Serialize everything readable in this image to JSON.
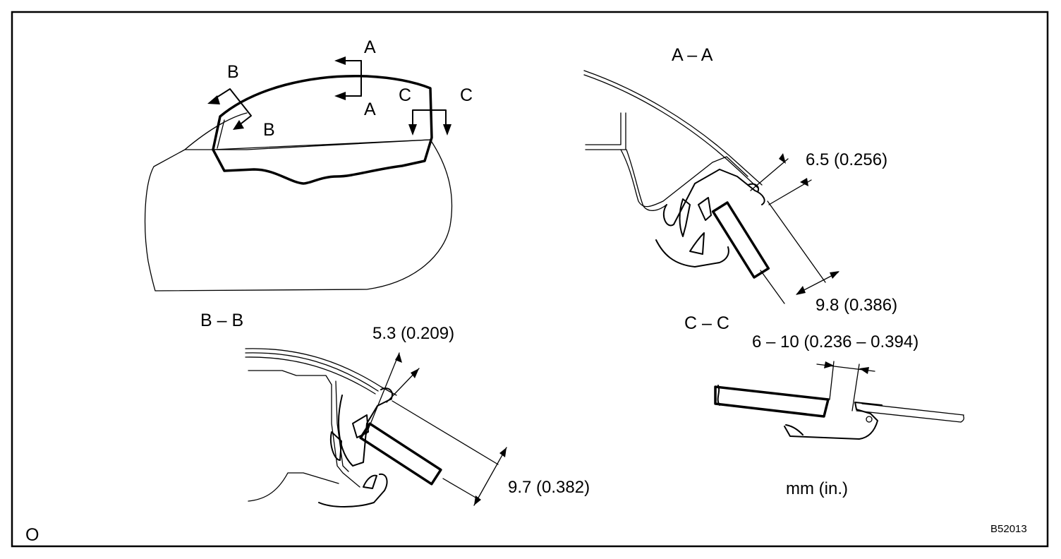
{
  "labels": {
    "section_a_top": "A",
    "section_a_bottom": "A",
    "section_b_top": "B",
    "section_b_bottom": "B",
    "section_c_left": "C",
    "section_c_right": "C",
    "title_aa": "A – A",
    "title_bb": "B – B",
    "title_cc": "C – C"
  },
  "dimensions": {
    "aa_gap": "6.5 (0.256)",
    "aa_depth": "9.8 (0.386)",
    "bb_gap": "5.3 (0.209)",
    "bb_depth": "9.7 (0.382)",
    "cc_range": "6 – 10 (0.236 – 0.394)"
  },
  "units": "mm (in.)",
  "figure_code": "B52013",
  "corner_mark": "O"
}
